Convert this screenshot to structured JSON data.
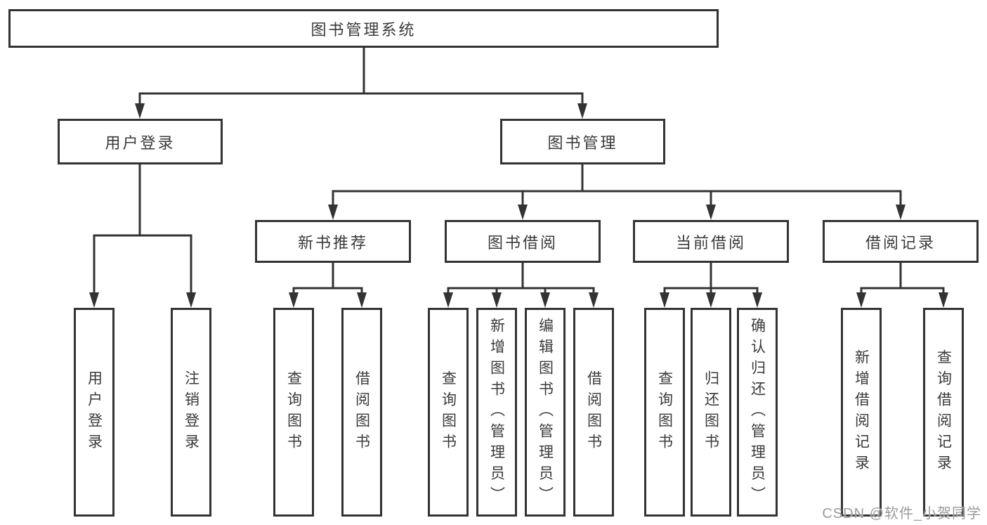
{
  "diagram": {
    "root": {
      "label": "图书管理系统"
    },
    "branches": [
      {
        "label": "用户登录",
        "children": [
          {
            "label": "用户登录"
          },
          {
            "label": "注销登录"
          }
        ]
      },
      {
        "label": "图书管理",
        "children": [
          {
            "label": "新书推荐",
            "children": [
              {
                "label": "查询图书"
              },
              {
                "label": "借阅图书"
              }
            ]
          },
          {
            "label": "图书借阅",
            "children": [
              {
                "label": "查询图书"
              },
              {
                "label": "新增图书（管理员）"
              },
              {
                "label": "编辑图书（管理员）"
              },
              {
                "label": "借阅图书"
              }
            ]
          },
          {
            "label": "当前借阅",
            "children": [
              {
                "label": "查询图书"
              },
              {
                "label": "归还图书"
              },
              {
                "label": "确认归还（管理员）"
              }
            ]
          },
          {
            "label": "借阅记录",
            "children": [
              {
                "label": "新增借阅记录"
              },
              {
                "label": "查询借阅记录"
              }
            ]
          }
        ]
      }
    ],
    "colors": {
      "line": "#333333",
      "text": "#3a3a3a",
      "background": "#ffffff"
    }
  },
  "watermark": {
    "text": "CSDN @软件_小贺同学",
    "color": "#9b9b9b"
  }
}
